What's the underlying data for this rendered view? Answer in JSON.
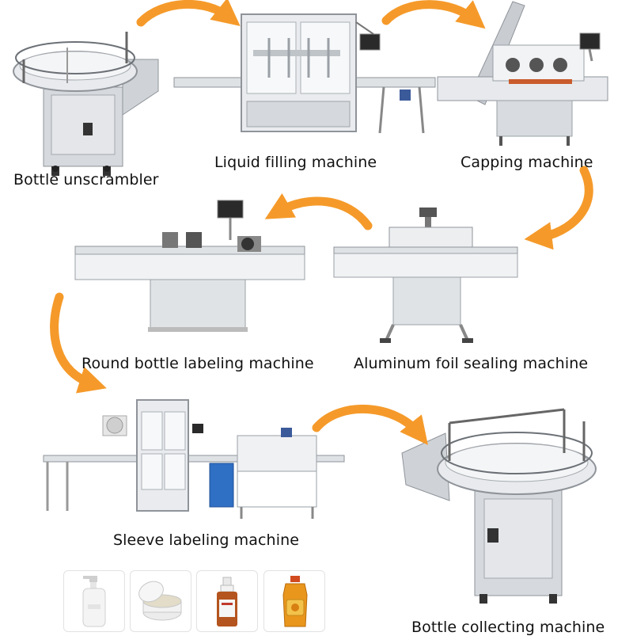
{
  "colors": {
    "arrow": "#f59a2a",
    "steel": "#d3d6da",
    "steel_dark": "#9ea3a9",
    "steel_light": "#eef0f2",
    "control_blue": "#2f6fc4"
  },
  "steps": [
    {
      "label": "Bottle unscrambler",
      "icon": "bottle-unscrambler-icon"
    },
    {
      "label": "Liquid filling machine",
      "icon": "liquid-filling-machine-icon"
    },
    {
      "label": "Capping machine",
      "icon": "capping-machine-icon"
    },
    {
      "label": "Aluminum foil sealing machine",
      "icon": "foil-sealing-machine-icon"
    },
    {
      "label": "Round bottle labeling machine",
      "icon": "round-bottle-labeling-machine-icon"
    },
    {
      "label": "Sleeve labeling machine",
      "icon": "sleeve-labeling-machine-icon"
    },
    {
      "label": "Bottle collecting machine",
      "icon": "bottle-collecting-machine-icon"
    }
  ],
  "products": [
    {
      "icon": "pump-bottle-icon"
    },
    {
      "icon": "cream-jar-icon"
    },
    {
      "icon": "dropper-bottle-icon"
    },
    {
      "icon": "honey-bottle-icon"
    }
  ]
}
